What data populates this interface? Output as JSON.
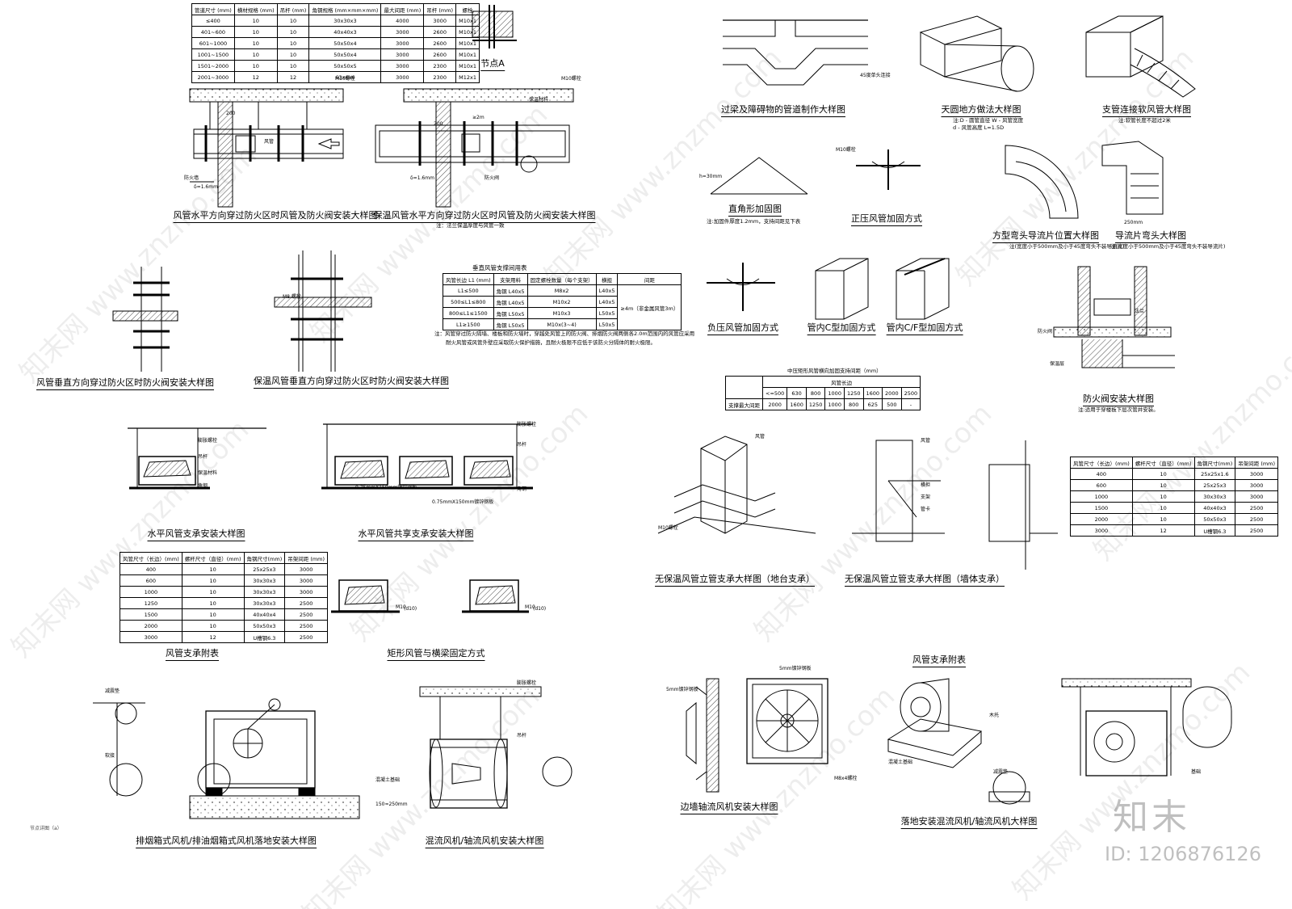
{
  "captions": {
    "h_fire": "风管水平方向穿过防火区时风管及防火阀安装大样图",
    "h_fire_ins": "保温风管水平方向穿过防火区时风管及防火阀安装大样图",
    "h_fire_ins_note": "注：法兰保温厚度与风管一致",
    "v_fire": "风管垂直方向穿过防火区时防火阀安装大样图",
    "v_fire_ins": "保温风管垂直方向穿过防火区时防火阀安装大样图",
    "node_a": "节点A",
    "beam": "过梁及障碍物的管道制作大样图",
    "sky_earth": "天圆地方做法大样图",
    "sky_earth_note1": "注:D - 圆管直径  W - 风管宽度",
    "sky_earth_note2": "d - 风管高度  L=1.5D",
    "branch": "支管连接软风管大样图",
    "branch_note": "注:软管长度不超过2米",
    "rightangle": "直角形加固图",
    "rightangle_note": "注:加固件厚度1.2mm，支持间距见下表",
    "pos_press": "正压风管加固方式",
    "square_elbow": "方型弯头导流片位置大样图",
    "square_elbow_note": "注(宽度小于500mm及小于45度弯头不装导流片)",
    "vane_elbow": "导流片弯头大样图",
    "vane_elbow_note": "注(宽度小于500mm及小于45度弯头不装导流片)",
    "neg_press": "负压风管加固方式",
    "c_type": "管内C型加固方式",
    "cf_type": "管内C/F型加固方式",
    "fire_damper": "防火阀安装大样图",
    "fire_damper_note": "注:适用于穿楼板下层次管井安装。",
    "h_support": "水平风管支承安装大样图",
    "h_shared": "水平风管共享支承安装大样图",
    "support_table": "风管支承附表",
    "rect_beam": "矩形风管与横梁固定方式",
    "floor_support": "无保温风管立管支承大样图（地台支承）",
    "wall_support": "无保温风管立管支承大样图（墙体支承）",
    "smoke_box": "排烟箱式风机/排油烟箱式风机落地安装大样图",
    "mixed_fan": "混流风机/轴流风机安装大样图",
    "wall_fan": "边墙轴流风机安装大样图",
    "support_table2": "风管支承附表",
    "floor_mixed": "落地安装混流风机/轴流风机大样图",
    "fire_note_v1": "注：风管穿过防火隔墙、楼板和防火墙时，穿越处风管上的防火阀、排烟防火阀两侧各2.0m范围内的风管应采用",
    "fire_note_v2": "耐火风管或风管外壁应采取防火保护措施，且耐火极限不应低于该防火分隔体的耐火极限。",
    "pressure_table_title": "中压矩形风管横向加固支持间距（mm）"
  },
  "table_top": {
    "header": [
      "管道尺寸 (mm)",
      "横材规格 (mm)",
      "吊杆 (mm)",
      "角钢规格 (mm×mm×mm)",
      "最大间距 (mm)",
      "吊杆 (mm)",
      "螺栓"
    ],
    "rows": [
      [
        "≤400",
        "10",
        "10",
        "30x30x3",
        "4000",
        "3000",
        "M10x1"
      ],
      [
        "401~600",
        "10",
        "10",
        "40x40x3",
        "3000",
        "2600",
        "M10x1"
      ],
      [
        "601~1000",
        "10",
        "10",
        "50x50x4",
        "3000",
        "2600",
        "M10x1"
      ],
      [
        "1001~1500",
        "10",
        "10",
        "50x50x4",
        "3000",
        "2600",
        "M10x1"
      ],
      [
        "1501~2000",
        "10",
        "10",
        "50x50x5",
        "3000",
        "2300",
        "M10x1"
      ],
      [
        "2001~3000",
        "12",
        "12",
        "63x6x6",
        "3000",
        "2300",
        "M12x1"
      ]
    ]
  },
  "table_vertical": {
    "title": "垂直风管支撑间用表",
    "header": [
      "风管长边 L1 (mm)",
      "支架用料",
      "固定螺栓数量（每个支架）",
      "横担",
      "间距"
    ],
    "rows": [
      [
        "L1≤500",
        "角钢 L40x5",
        "M8x2",
        "L40x5"
      ],
      [
        "500≤L1≤800",
        "角钢 L40x5",
        "M10x2",
        "L40x5"
      ],
      [
        "800≤L1≤1500",
        "角钢 L50x5",
        "M10x3",
        "L50x5"
      ],
      [
        "L1≥1500",
        "角钢 L50x5",
        "M10x(3~4)",
        "L50x5"
      ]
    ],
    "spacing": "≥4m（非金属风管3m）"
  },
  "table_pressure": {
    "col_head": "风管长边",
    "sizes": [
      "<=500",
      "630",
      "800",
      "1000",
      "1250",
      "1600",
      "2000",
      "2500"
    ],
    "row_label": "支撑最大间距",
    "values": [
      "2000",
      "1600",
      "1250",
      "1000",
      "800",
      "625",
      "500",
      "-"
    ]
  },
  "table_support1": {
    "header": [
      "风管尺寸（长边）(mm)",
      "螺杆尺寸（直径）(mm)",
      "角钢尺寸(mm)",
      "吊架间距 (mm)"
    ],
    "rows": [
      [
        "400",
        "10",
        "25x25x3",
        "3000"
      ],
      [
        "600",
        "10",
        "30x30x3",
        "3000"
      ],
      [
        "1000",
        "10",
        "30x30x3",
        "3000"
      ],
      [
        "1250",
        "10",
        "30x30x3",
        "2500"
      ],
      [
        "1500",
        "10",
        "40x40x4",
        "2500"
      ],
      [
        "2000",
        "10",
        "50x50x3",
        "2500"
      ],
      [
        "3000",
        "12",
        "U槽钢6.3",
        "2500"
      ]
    ]
  },
  "table_support2": {
    "header": [
      "风管尺寸（长边）(mm)",
      "螺杆尺寸（直径）(mm)",
      "角钢尺寸(mm)",
      "吊架间距 (mm)"
    ],
    "rows": [
      [
        "400",
        "10",
        "25x25x1.6",
        "3000"
      ],
      [
        "600",
        "10",
        "25x25x3",
        "3000"
      ],
      [
        "1000",
        "10",
        "30x30x3",
        "3000"
      ],
      [
        "1500",
        "10",
        "40x40x3",
        "2500"
      ],
      [
        "2000",
        "10",
        "50x50x3",
        "2500"
      ],
      [
        "3000",
        "12",
        "U槽钢6.3",
        "2500"
      ]
    ]
  },
  "labels": {
    "m10": "M10螺栓",
    "fire_damper": "防火阀",
    "duct": "风管",
    "wall": "防火墙",
    "h30": "h=30mm",
    "d1_6": "δ=1.6mm",
    "dim200": "200",
    "dim2m": "≥2m",
    "dim250": "250mm",
    "dim150": "150≈250mm",
    "steel_band": "0.75mmX150mm镀锌钢板",
    "dim5mm": "5mm镀锌钢板",
    "m8x4": "M8x4螺栓",
    "m8": "M8 螺栓",
    "angle45": "45度单头连接",
    "expansion": "膨胀螺栓",
    "hanger": "吊杆",
    "insulation": "保温材料",
    "angle": "角钢",
    "m10l": "M10",
    "d10": "(d10)",
    "flange": "法兰",
    "beam": "横担",
    "wood": "木托",
    "coupling": "管卡",
    "support": "支架",
    "ins_layer": "保温层",
    "pad": "减震垫",
    "base": "基础",
    "concrete": "混凝土基础",
    "soft": "软接",
    "small": "节点详图（a）"
  },
  "watermark": "知末网 www.znzmo.com",
  "logo": "知末",
  "image_id": "ID: 1206876126"
}
